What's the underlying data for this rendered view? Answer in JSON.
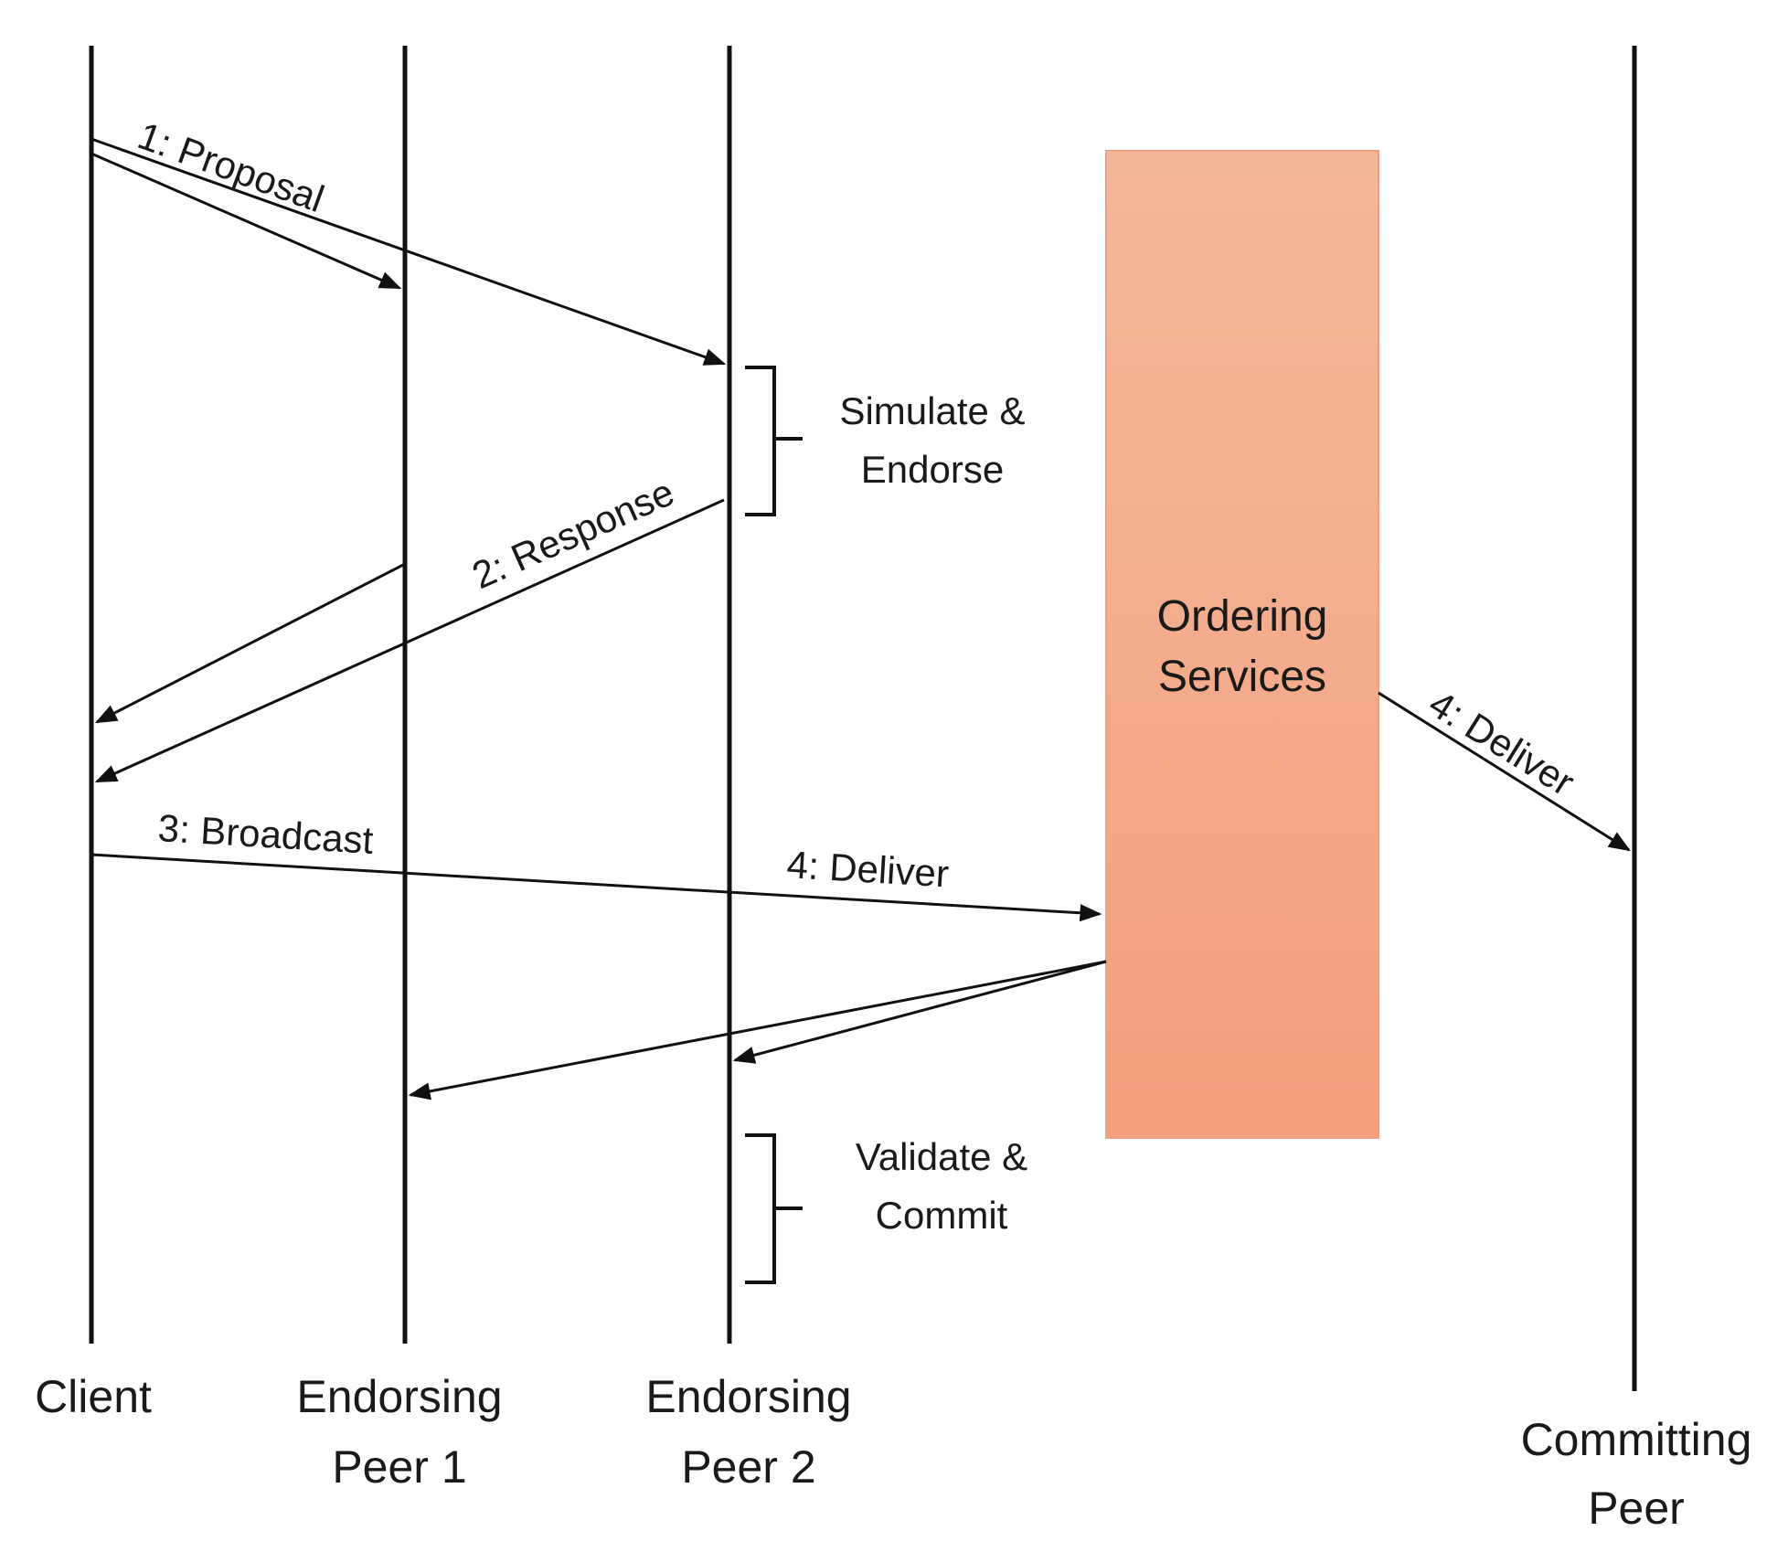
{
  "participants": [
    {
      "line1": "Client",
      "line2": ""
    },
    {
      "line1": "Endorsing",
      "line2": "Peer 1"
    },
    {
      "line1": "Endorsing",
      "line2": "Peer 2"
    },
    {
      "line1": "Committing",
      "line2": "Peer"
    }
  ],
  "ordering_service": {
    "line1": "Ordering",
    "line2": "Services",
    "color": "#f4a585"
  },
  "messages": {
    "proposal": "1: Proposal",
    "response": "2: Response",
    "broadcast": "3: Broadcast",
    "deliver_to_orderer": "4: Deliver",
    "deliver_to_committer": "4: Deliver"
  },
  "notes": {
    "simulate": {
      "line1": "Simulate &",
      "line2": "Endorse"
    },
    "validate": {
      "line1": "Validate &",
      "line2": "Commit"
    }
  }
}
